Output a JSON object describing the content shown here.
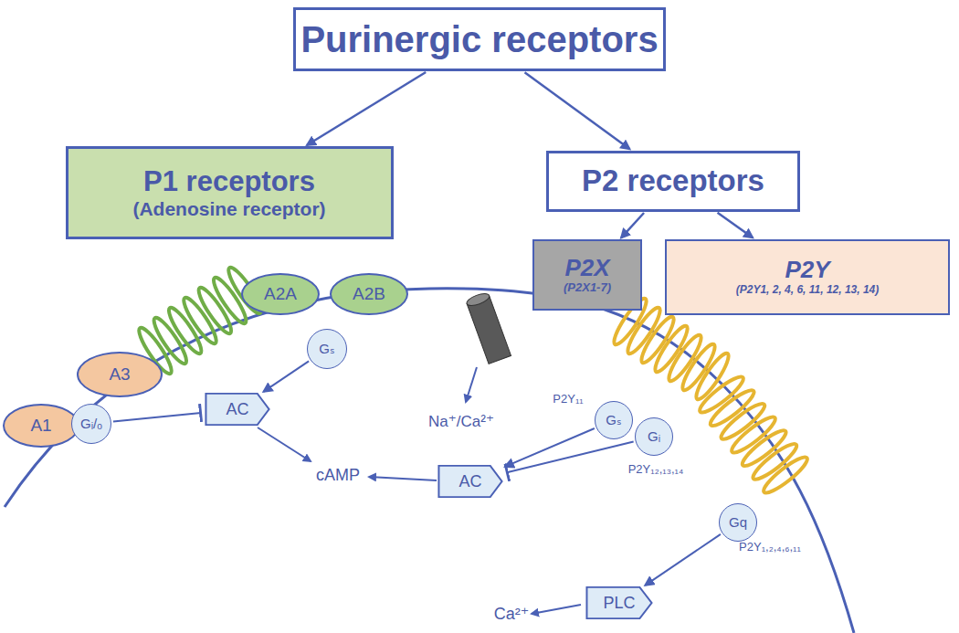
{
  "diagram": {
    "nodes": [
      {
        "text": [
          "Purinergic receptors"
        ]
      },
      {
        "text": [
          "P1 receptors",
          "(Adenosine receptor)"
        ]
      },
      {
        "text": [
          "P2 receptors"
        ]
      },
      {
        "text": [
          "P2X",
          "(P2X1-7)"
        ]
      },
      {
        "text": [
          "P2Y",
          "(P2Y1, 2, 4, 6, 11, 12, 13, 14)"
        ]
      },
      {
        "text": [
          "A1"
        ]
      },
      {
        "text": [
          "A3"
        ]
      },
      {
        "text": [
          "A2A"
        ]
      },
      {
        "text": [
          "A2B"
        ]
      },
      {
        "text": [
          "Gᵢ/ₒ"
        ]
      },
      {
        "text": [
          "Gₛ"
        ]
      },
      {
        "text": [
          "AC"
        ]
      },
      {
        "text": [
          "Gₛ"
        ]
      },
      {
        "text": [
          "Gᵢ"
        ]
      },
      {
        "text": [
          "AC"
        ]
      },
      {
        "text": [
          "Gq"
        ]
      },
      {
        "text": [
          "PLC"
        ]
      }
    ],
    "edges": [
      {
        "from": 0,
        "to": 1,
        "arrow": "to"
      },
      {
        "from": 0,
        "to": 2,
        "arrow": "to"
      },
      {
        "from": 2,
        "to": 3,
        "arrow": "to"
      },
      {
        "from": 2,
        "to": 4,
        "arrow": "to"
      },
      {
        "from": 10,
        "to": 11,
        "arrow": "to"
      },
      {
        "from": 9,
        "to": 11,
        "arrow": "to"
      },
      {
        "from": 12,
        "to": 14,
        "arrow": "to"
      },
      {
        "from": 13,
        "to": 14,
        "arrow": "to"
      },
      {
        "from": 15,
        "to": 16,
        "arrow": "to"
      }
    ],
    "labels": [
      "Na⁺/Ca²⁺",
      "cAMP",
      "Ca²⁺",
      "P2Y₁₁",
      "P2Y₁₂,₁₃,₁₄",
      "P2Y₁,₂,₄,₆,₁₁"
    ]
  }
}
